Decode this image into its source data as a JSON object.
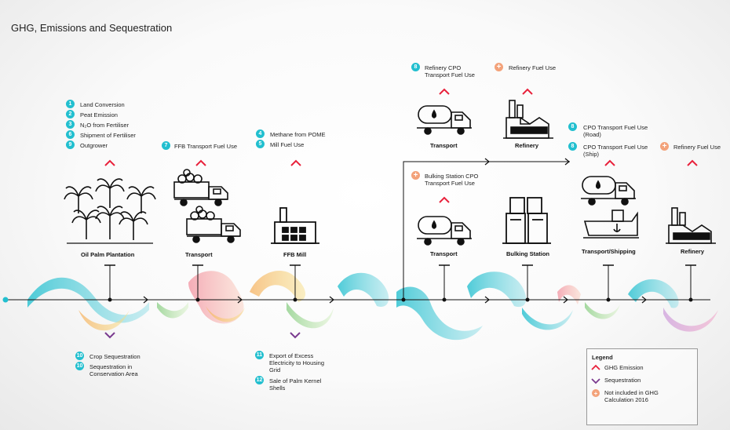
{
  "title": "GHG, Emissions and Sequestration",
  "colors": {
    "emission": "#e8213b",
    "sequestration": "#7a3a8f",
    "badge": "#22bfcf",
    "not_included": "#f3a27a"
  },
  "stages": {
    "plantation": {
      "caption": "Oil Palm Plantation",
      "emissions": [
        {
          "num": "1",
          "label": "Land Conversion"
        },
        {
          "num": "2",
          "label": "Peat Emission"
        },
        {
          "num": "3",
          "label": "N₂O from Fertiliser"
        },
        {
          "num": "6",
          "label": "Shipment of Fertiliser"
        },
        {
          "num": "9",
          "label": "Outgrower"
        }
      ],
      "sequestration": [
        {
          "num": "10",
          "label": "Crop Sequestration"
        },
        {
          "num": "10",
          "label": "Sequestration in Conservation Area"
        }
      ]
    },
    "transport": {
      "caption": "Transport",
      "emission": {
        "num": "7",
        "label": "FFB Transport Fuel Use"
      }
    },
    "mill": {
      "caption": "FFB Mill",
      "emissions": [
        {
          "num": "4",
          "label": "Methane from POME"
        },
        {
          "num": "5",
          "label": "Mill Fuel Use"
        }
      ],
      "sequestration": [
        {
          "num": "11",
          "label": "Export of Excess Electricity to Housing Grid"
        },
        {
          "num": "12",
          "label": "Sale of Palm Kernel Shells"
        }
      ]
    },
    "refinery_transport": {
      "caption": "Transport",
      "emission": {
        "num": "8",
        "label": "Refinery CPO Transport Fuel Use"
      }
    },
    "refinery_top": {
      "caption": "Refinery",
      "not_included": {
        "label": "Refinery Fuel Use"
      }
    },
    "bulking_transport": {
      "caption": "Transport",
      "not_included": {
        "label": "Bulking Station CPO Transport Fuel Use"
      }
    },
    "bulking_station": {
      "caption": "Bulking Station"
    },
    "shipping": {
      "caption": "Transport/Shipping",
      "emissions": [
        {
          "num": "8",
          "label": "CPO Transport Fuel Use (Road)"
        },
        {
          "num": "8",
          "label": "CPO Transport Fuel Use (Ship)"
        }
      ]
    },
    "refinery_end": {
      "caption": "Refinery",
      "not_included": {
        "label": "Refinery Fuel Use"
      }
    }
  },
  "legend": {
    "title": "Legend",
    "items": [
      {
        "label": "GHG Emission",
        "icon": "emission-chevron-icon"
      },
      {
        "label": "Sequestration",
        "icon": "sequestration-chevron-icon"
      },
      {
        "label": "Not included in GHG Calculation 2016",
        "icon": "plus-icon"
      }
    ]
  }
}
